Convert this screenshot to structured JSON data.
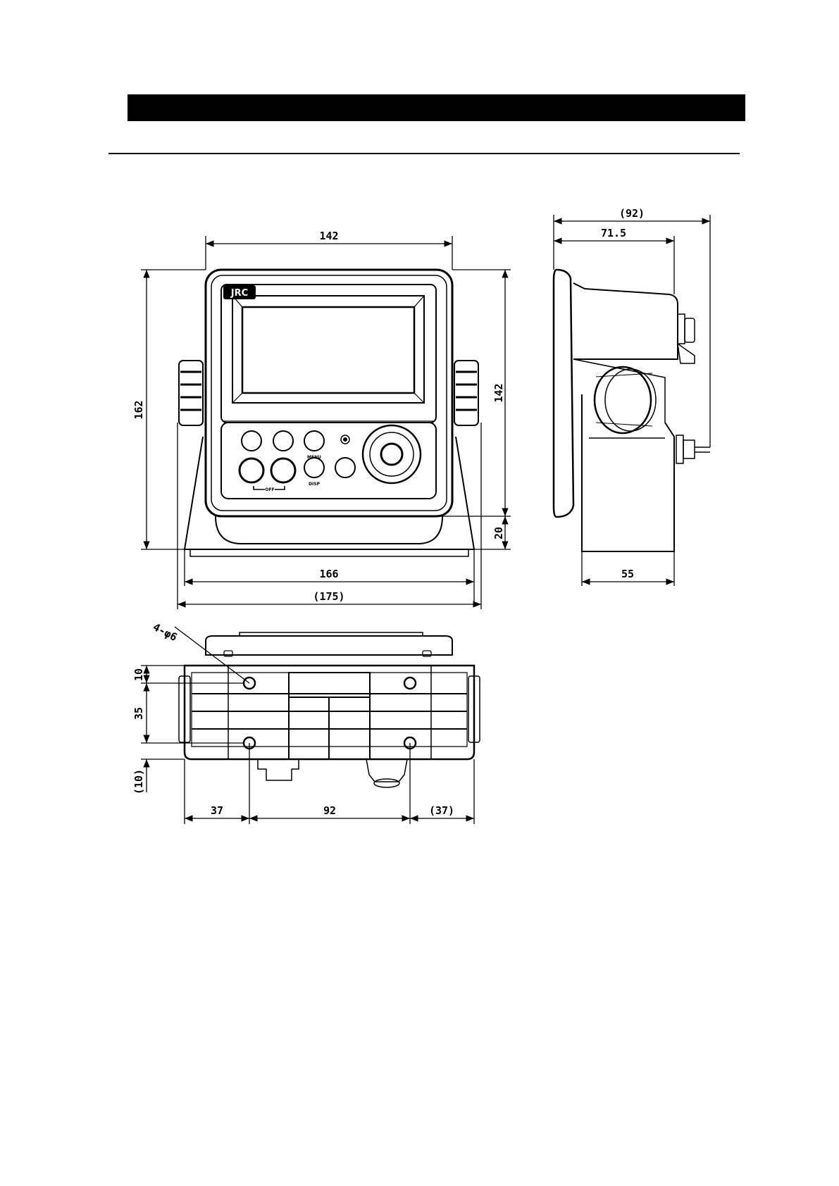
{
  "drawing": {
    "front_view": {
      "width_top": "142",
      "height_left": "162",
      "height_right": "142",
      "base_height": "20",
      "base_width": "166",
      "overall_width": "(175)",
      "logo": "JRC",
      "button_labels": {
        "menu": "MENU",
        "disp": "DISP",
        "off": "OFF"
      }
    },
    "side_view": {
      "overall_depth": "(92)",
      "body_depth": "71.5",
      "base_depth": "55"
    },
    "bottom_view": {
      "hole_callout": "4-φ6",
      "offset_front": "10",
      "hole_spacing_depth": "35",
      "offset_rear": "(10)",
      "left_margin": "37",
      "hole_spacing_width": "92",
      "right_margin": "(37)"
    }
  }
}
